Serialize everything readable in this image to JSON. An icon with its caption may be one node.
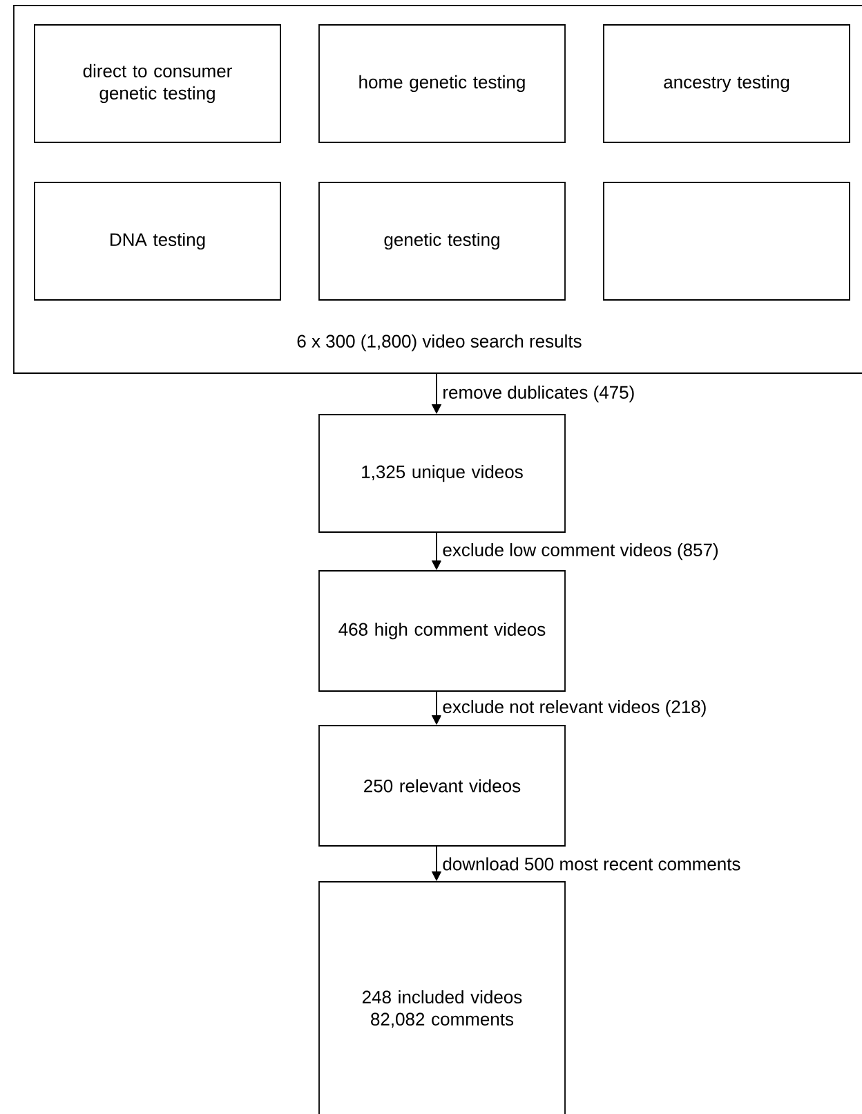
{
  "diagram": {
    "nodes": [
      {
        "text": [
          "6 x 300 (1,800) video search results"
        ]
      },
      {
        "text": [
          "direct to consumer genetic testing"
        ],
        "in": 0
      },
      {
        "text": [
          "home genetic testing"
        ],
        "in": 0
      },
      {
        "text": [
          "ancestry testing"
        ],
        "in": 0
      },
      {
        "text": [
          "DNA testing"
        ],
        "in": 0
      },
      {
        "text": [
          "genetic testing"
        ],
        "in": 0
      },
      {
        "text": [],
        "shape": "box",
        "in": 0
      },
      {
        "text": [
          "1,325 unique videos"
        ]
      },
      {
        "text": [
          "468 high comment videos"
        ]
      },
      {
        "text": [
          "250 relevant videos"
        ]
      },
      {
        "text": [
          "248 included videos 82,082 comments"
        ]
      }
    ],
    "edges": [
      {
        "from": 0,
        "to": 7,
        "arrow": "to",
        "label": "remove dublicates (475)"
      },
      {
        "from": 7,
        "to": 8,
        "arrow": "to",
        "label": "exclude low comment videos (857)"
      },
      {
        "from": 8,
        "to": 9,
        "arrow": "to",
        "label": "exclude not relevant videos (218)"
      },
      {
        "from": 9,
        "to": 10,
        "arrow": "to",
        "label": "download 500 most recent comments"
      }
    ]
  }
}
